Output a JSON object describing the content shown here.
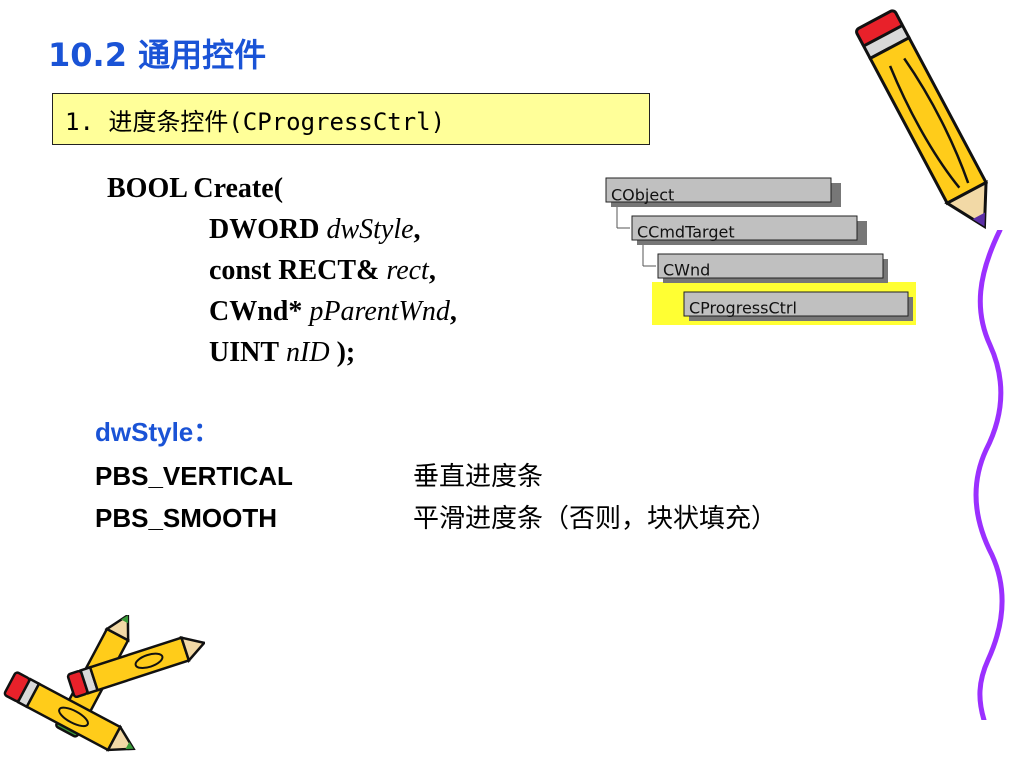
{
  "slide": {
    "title": "10.2 通用控件",
    "section": "1. 进度条控件(CProgressCtrl)"
  },
  "code": {
    "line1": "BOOL Create(",
    "p1_type": "DWORD",
    "p1_name": "dwStyle",
    "p1_sep": ",",
    "p2_type": "const RECT&",
    "p2_name": "rect",
    "p2_sep": ",",
    "p3_type": "CWnd*",
    "p3_name": "pParentWnd",
    "p3_sep": ",",
    "p4_type": "UINT",
    "p4_name": "nID",
    "p4_end": ");"
  },
  "styles": {
    "label": "dwStyle",
    "label_sep": "：",
    "items": [
      {
        "name": "PBS_VERTICAL",
        "desc": "垂直进度条"
      },
      {
        "name": "PBS_SMOOTH",
        "desc": "平滑进度条（否则，块状填充）"
      }
    ]
  },
  "hierarchy": [
    "CObject",
    "CCmdTarget",
    "CWnd",
    "CProgressCtrl"
  ],
  "colors": {
    "title": "#1a53d6",
    "section_bg": "#ffff99",
    "highlight": "#ffff33",
    "wave": "#9b30ff"
  },
  "icons": [
    "pencil-icon"
  ]
}
